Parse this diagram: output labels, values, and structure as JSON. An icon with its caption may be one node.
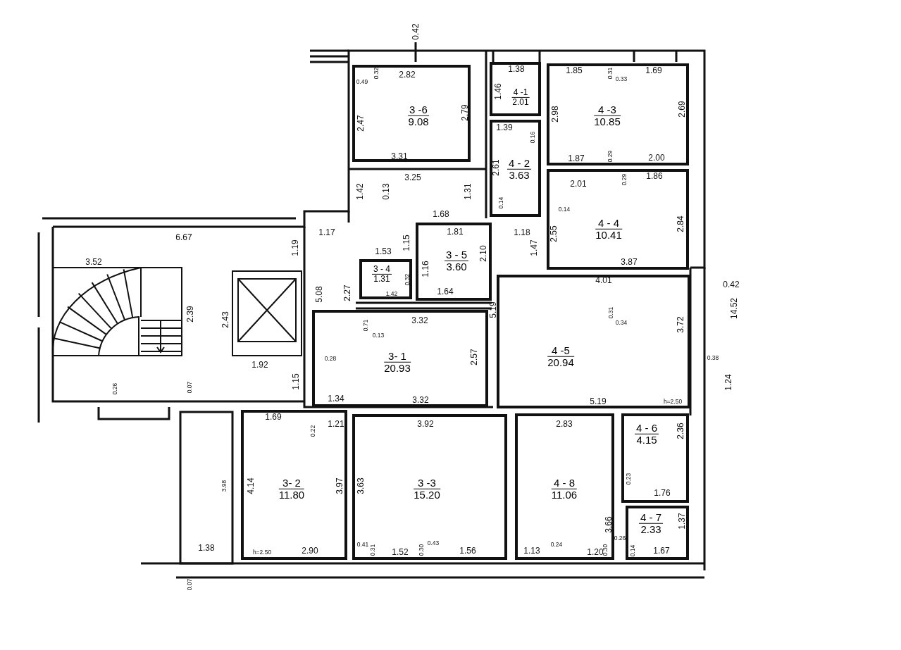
{
  "diagram": {
    "nodes": [
      {
        "text": [
          "3 -6",
          "9.08"
        ]
      },
      {
        "text": [
          "3 - 4",
          "1.31"
        ]
      },
      {
        "text": [
          "3 - 5",
          "3.60"
        ]
      },
      {
        "text": [
          "3- 1",
          "20.93"
        ]
      },
      {
        "text": [
          "3- 2",
          "11.80"
        ]
      },
      {
        "text": [
          "3 -3",
          "15.20"
        ]
      },
      {
        "text": [
          "4 -1",
          "2.01"
        ]
      },
      {
        "text": [
          "4 - 2",
          "3.63"
        ]
      },
      {
        "text": [
          "4 -3",
          "10.85"
        ]
      },
      {
        "text": [
          "4 - 4",
          "10.41"
        ]
      },
      {
        "text": [
          "4 -5",
          "20.94"
        ]
      },
      {
        "text": [
          "4 - 8",
          "11.06"
        ]
      },
      {
        "text": [
          "4 - 6",
          "4.15"
        ]
      },
      {
        "text": [
          "4 - 7",
          "2.33"
        ]
      }
    ],
    "edges": [],
    "labels": [
      "0.42",
      "2.82",
      "0.32",
      "0.49",
      "2.47",
      "2.79",
      "3.31",
      "3.25",
      "1.42",
      "0.13",
      "1.31",
      "1.68",
      "1.38",
      "1.46",
      "1.39",
      "0.16",
      "2.98",
      "1.85",
      "0.31",
      "0.33",
      "1.69",
      "2.69",
      "2.61",
      "1.87",
      "0.29",
      "2.00",
      "2.01",
      "0.29",
      "1.86",
      "0.14",
      "0.14",
      "2.55",
      "2.84",
      "1.18",
      "1.47",
      "3.87",
      "6.67",
      "1.19",
      "1.17",
      "1.81",
      "1.15",
      "2.10",
      "1.53",
      "1.16",
      "0.32",
      "1.42",
      "1.64",
      "3.52",
      "2.39",
      "2.43",
      "5.08",
      "2.27",
      "0.71",
      "3.32",
      "0.13",
      "5.19",
      "4.01",
      "0.42",
      "14.52",
      "0.31",
      "0.34",
      "3.72",
      "1.92",
      "0.28",
      "2.57",
      "0.38",
      "0.26",
      "0.07",
      "1.15",
      "1.24",
      "1.34",
      "3.32",
      "5.19",
      "h=2.50",
      "1.69",
      "1.21",
      "0.22",
      "3.92",
      "2.83",
      "2.36",
      "0.23",
      "1.76",
      "3.98",
      "4.14",
      "3.97",
      "3.63",
      "3.66",
      "1.37",
      "1.38",
      "h=2.50",
      "2.90",
      "0.41",
      "0.31",
      "1.52",
      "0.30",
      "0.43",
      "1.56",
      "1.13",
      "0.24",
      "1.20",
      "0.30",
      "0.26",
      "0.14",
      "1.67",
      "0.07"
    ]
  }
}
